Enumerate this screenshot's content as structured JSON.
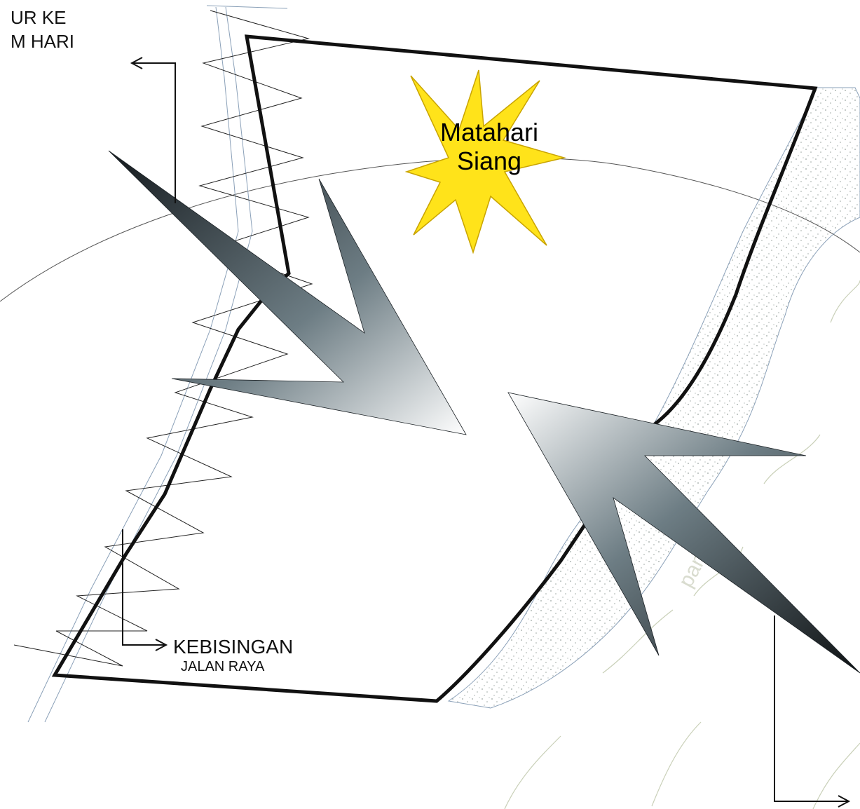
{
  "labels": {
    "top_left_line1": "UR KE",
    "top_left_line2": "M HARI",
    "noise_line1": "KEBISINGAN",
    "noise_line2": "JALAN RAYA",
    "sun_line1": "Matahari",
    "sun_line2": "Siang",
    "river": "pantai"
  },
  "colors": {
    "site_outline": "#111111",
    "sun_fill": "#ffe31a",
    "sun_stroke": "#c9a400",
    "arrow_dark": "#1c2226",
    "arrow_light": "#ffffff",
    "sand_dots": "#9aa3a0",
    "thin_line": "#666666",
    "road_line": "#8aa0b8"
  }
}
